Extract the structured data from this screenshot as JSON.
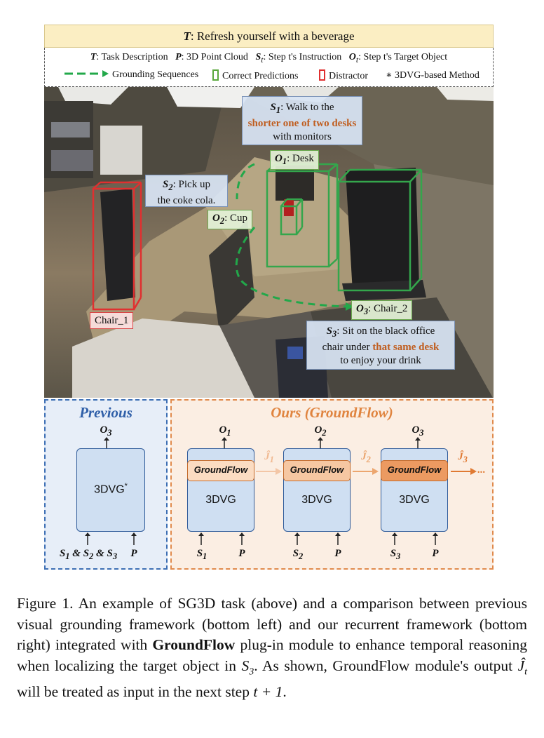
{
  "header": {
    "task_symbol": "T",
    "task_text": ": Refresh yourself with a beverage"
  },
  "legend": {
    "line1": [
      {
        "symbol": "T",
        "text": ": Task Description"
      },
      {
        "symbol": "P",
        "text": ": 3D Point Cloud"
      },
      {
        "symbol": "S",
        "sub": "t",
        "text": ": Step t's Instruction"
      },
      {
        "symbol": "O",
        "sub": "t",
        "text": ": Step t's Target Object"
      }
    ],
    "grounding_sequences": "Grounding Sequences",
    "correct_predictions": "Correct Predictions",
    "distractor": "Distractor",
    "method_note": "∗ 3DVG-based Method"
  },
  "scene": {
    "s1": {
      "symbol": "S",
      "sub": "1",
      "pre": ": Walk to the",
      "hl": "shorter one of  two desks",
      "post": " with monitors"
    },
    "s2": {
      "symbol": "S",
      "sub": "2",
      "pre": ": Pick up",
      "post": "the coke cola."
    },
    "s3": {
      "symbol": "S",
      "sub": "3",
      "pre": ": Sit on the black office",
      "mid_pre": "chair under ",
      "hl": "that same desk",
      "post": "to enjoy your drink"
    },
    "o1": {
      "symbol": "O",
      "sub": "1",
      "text": ": Desk"
    },
    "o2": {
      "symbol": "O",
      "sub": "2",
      "text": ": Cup"
    },
    "o3": {
      "symbol": "O",
      "sub": "3",
      "text": ": Chair_2"
    },
    "distractor_label": "Chair_1"
  },
  "previous": {
    "title": "Previous",
    "output": "O3",
    "model": "3DVG",
    "model_sup": "*",
    "inputs": [
      "S1 & S2 & S3",
      "P"
    ]
  },
  "ours": {
    "title": "Ours (GroundFlow)",
    "module": "GroundFlow",
    "model": "3DVG",
    "steps": [
      {
        "output": "O1",
        "input_s": "S1",
        "input_p": "P",
        "flow": "Ĵ1"
      },
      {
        "output": "O2",
        "input_s": "S2",
        "input_p": "P",
        "flow": "Ĵ2"
      },
      {
        "output": "O3",
        "input_s": "S3",
        "input_p": "P",
        "flow": "Ĵ3"
      }
    ],
    "ellipsis": "..."
  },
  "caption": {
    "label": "Figure 1.",
    "part1": " An example of SG3D task (above) and a comparison between previous visual grounding framework (bottom left) and our recurrent framework (bottom right) integrated with ",
    "bold": "GroundFlow",
    "part2": " plug-in module to enhance temporal reasoning when localizing the target object in ",
    "s3": "S3",
    "part3": ".  As shown, GroundFlow module's output ",
    "jt": "Ĵt",
    "part4": " will be treated as input in the next step ",
    "math_end": "t + 1",
    "end": "."
  },
  "colors": {
    "correct": "#5aa83c",
    "distractor": "#e03030",
    "grounding_arrow": "#22a84a",
    "previous_border": "#3d6fb4",
    "ours_border": "#e08a4c",
    "highlight_text": "#c05e20"
  }
}
